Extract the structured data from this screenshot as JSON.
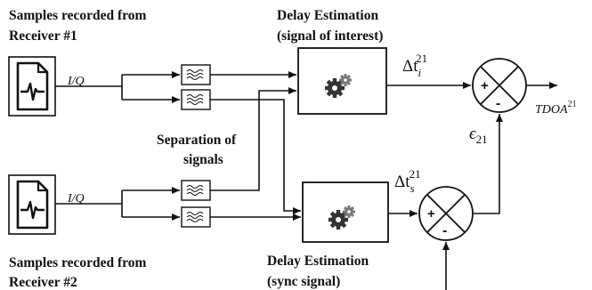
{
  "labels": {
    "rx1_line1": "Samples recorded from",
    "rx1_line2": "Receiver #1",
    "rx2_line1": "Samples recorded from",
    "rx2_line2": "Receiver #2",
    "sep_line1": "Separation of",
    "sep_line2": "signals",
    "delay1_line1": "Delay Estimation",
    "delay1_line2": "(signal of interest)",
    "delay2_line1": "Delay Estimation",
    "delay2_line2": "(sync signal)"
  },
  "signals": {
    "iq": "I/Q",
    "delta": "Δt",
    "sub_i": "i",
    "sub_s": "s",
    "sup": "21",
    "epsilon": "ϵ",
    "eps_sub": "21",
    "tdoa": "TDOA",
    "tdoa_sup": "21"
  },
  "summing": {
    "plus": "+",
    "minus": "-"
  },
  "icons": [
    "file-waveform-icon",
    "bandpass-filter-icon",
    "gears-icon",
    "summing-junction-icon"
  ]
}
